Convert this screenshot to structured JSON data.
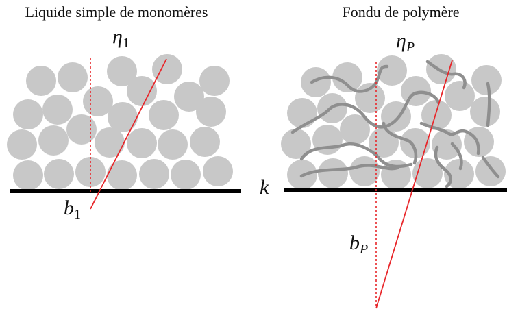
{
  "left_panel": {
    "title": "Liquide simple de monomères",
    "viscosity_symbol": "η",
    "viscosity_subscript": "1",
    "slip_symbol": "b",
    "slip_subscript": "1"
  },
  "right_panel": {
    "title": "Fondu de polymère",
    "viscosity_symbol": "η",
    "viscosity_subscript": "P",
    "slip_symbol": "b",
    "slip_subscript": "P"
  },
  "friction_label": "k",
  "colors": {
    "bead": "#c8c8c8",
    "chain": "#8f8f8f",
    "wall": "#000000",
    "velocity_line": "#e8262a"
  }
}
